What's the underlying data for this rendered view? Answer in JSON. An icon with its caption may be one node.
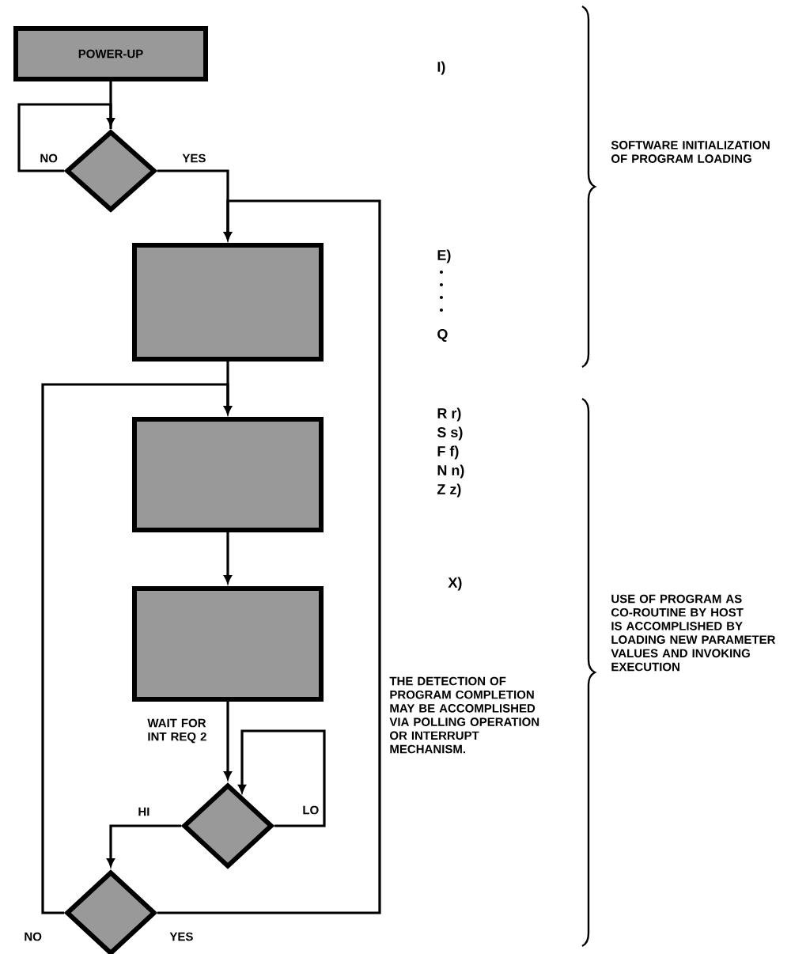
{
  "diagram": {
    "nodes": [
      {
        "text": [
          "POWER-UP"
        ]
      },
      {
        "text": [],
        "shape": "diamond"
      },
      {
        "text": [],
        "shape": "box"
      },
      {
        "text": [],
        "shape": "box"
      },
      {
        "text": [],
        "shape": "box"
      },
      {
        "text": [],
        "shape": "diamond"
      },
      {
        "text": [],
        "shape": "diamond"
      }
    ],
    "edges": [
      {
        "from": 0,
        "to": 1,
        "arrow": "none"
      },
      {
        "from": 1,
        "to": 1,
        "arrow": "to",
        "label": "NO"
      },
      {
        "from": 1,
        "to": 2,
        "arrow": "to",
        "label": "YES"
      },
      {
        "from": 2,
        "to": 3,
        "arrow": "to"
      },
      {
        "from": 3,
        "to": 4,
        "arrow": "to"
      },
      {
        "from": 4,
        "to": 5,
        "arrow": "to",
        "label": "WAIT FOR INT REQ 2"
      },
      {
        "from": 5,
        "to": 5,
        "arrow": "to",
        "label": "LO"
      },
      {
        "from": 5,
        "to": 6,
        "arrow": "to",
        "label": "HI"
      },
      {
        "from": 6,
        "to": 3,
        "arrow": "to",
        "label": "NO"
      },
      {
        "from": 6,
        "to": 2,
        "arrow": "to",
        "label": "YES"
      }
    ],
    "labels": [
      "I)",
      "SOFTWARE INITIALIZATION OF PROGRAM LOADING",
      "E)",
      "Q",
      "R r)",
      "S s)",
      "F f)",
      "N n)",
      "Z z)",
      "USE OF PROGRAM AS CO-ROUTINE BY HOST IS ACCOMPLISHED BY LOADING NEW PARAMETER VALUES AND INVOKING EXECUTION",
      "X)",
      "THE DETECTION OF PROGRAM COMPLETION MAY BE ACCOMPLISHED VIA POLLING OPERATION OR INTERRUPT MECHANISM."
    ]
  }
}
